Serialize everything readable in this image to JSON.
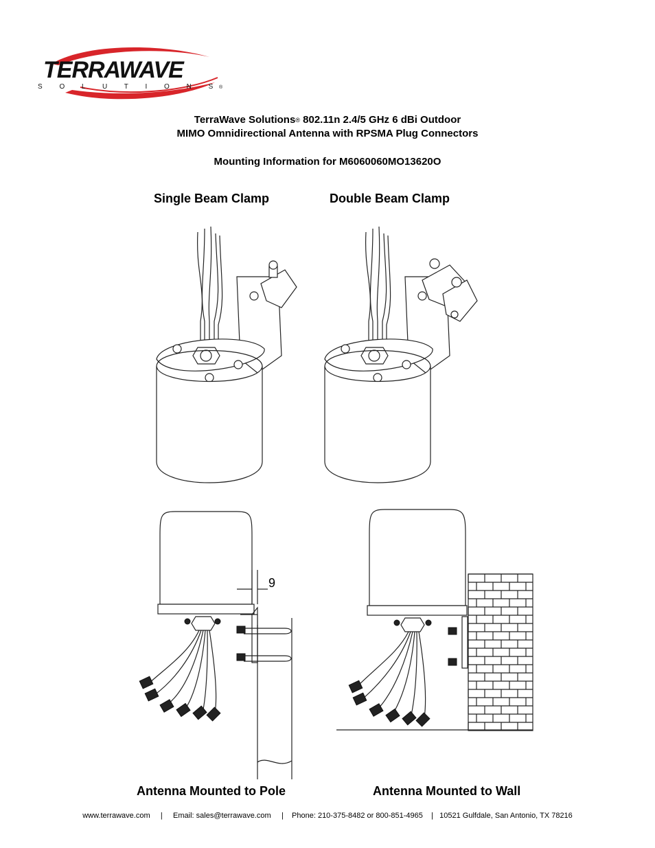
{
  "logo": {
    "brand": "TERRAWAVE",
    "subtitle": "S O L U T I O N S",
    "reg_mark": "®"
  },
  "title": {
    "line1_brand": "TerraWave Solutions",
    "line1_reg": "®",
    "line1_rest": " 802.11n 2.4/5 GHz 6 dBi Outdoor",
    "line2": "MIMO Omnidirectional Antenna with RPSMA Plug Connectors",
    "line3": "Mounting Information for M6060060MO13620O"
  },
  "captions": {
    "single": "Single Beam Clamp",
    "double": "Double Beam Clamp",
    "pole": "Antenna Mounted to Pole",
    "wall": "Antenna Mounted to Wall"
  },
  "drawings": {
    "dimension_label": "9"
  },
  "footer": {
    "website": "www.terrawave.com",
    "email": "Email: sales@terrawave.com",
    "phone": "Phone: 210-375-8482 or 800-851-4965",
    "address": "10521 Gulfdale, San Antonio, TX 78216",
    "separator": "|"
  },
  "colors": {
    "logo_red": "#d8252a",
    "logo_black": "#111111"
  }
}
